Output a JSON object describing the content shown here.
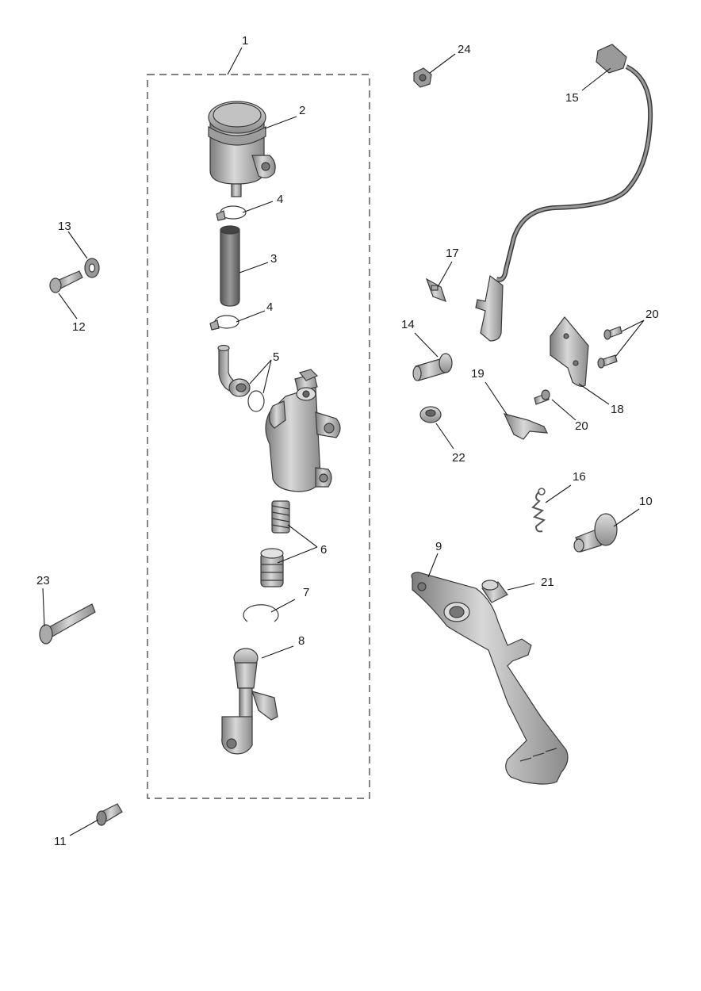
{
  "callouts": {
    "c1": "1",
    "c2": "2",
    "c3": "3",
    "c4a": "4",
    "c4b": "4",
    "c5": "5",
    "c6": "6",
    "c7": "7",
    "c8": "8",
    "c9": "9",
    "c10": "10",
    "c11": "11",
    "c12": "12",
    "c13": "13",
    "c14": "14",
    "c15": "15",
    "c16": "16",
    "c17": "17",
    "c18": "18",
    "c19": "19",
    "c20a": "20",
    "c20b": "20",
    "c21": "21",
    "c22": "22",
    "c23": "23",
    "c24": "24"
  }
}
